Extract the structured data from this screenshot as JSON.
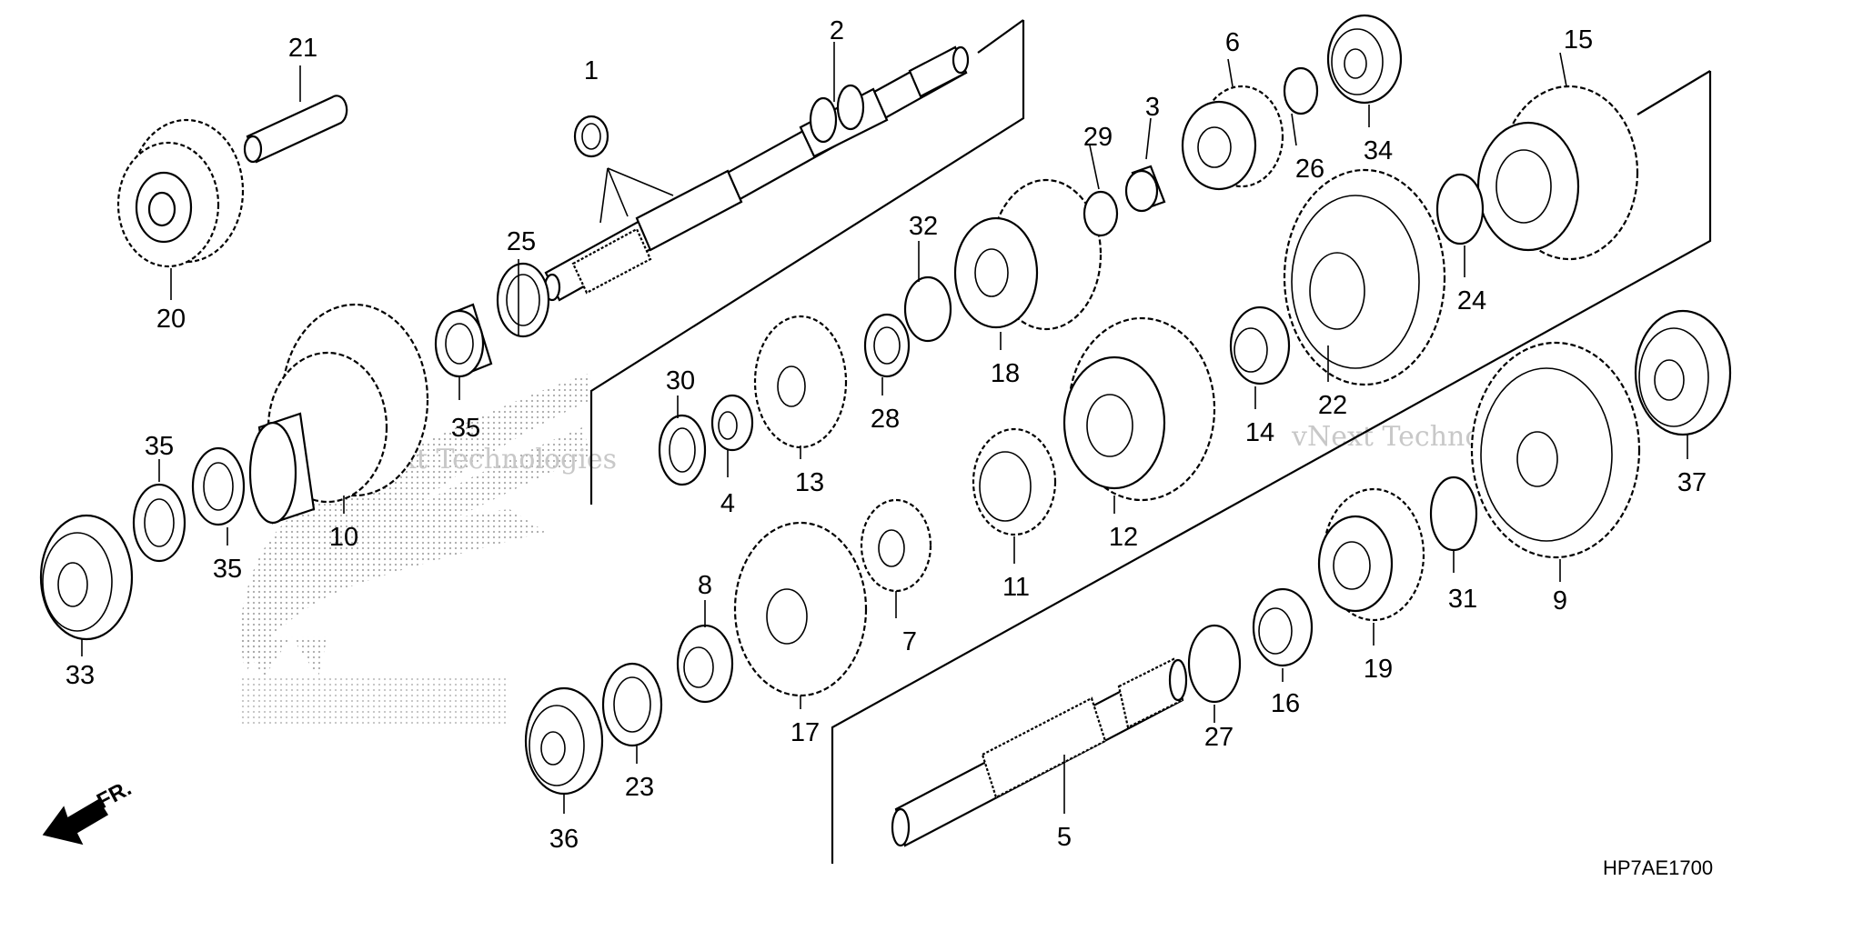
{
  "diagram": {
    "code": "HP7AE1700",
    "direction_label": "FR.",
    "watermark": "vNext Technologies",
    "labels": [
      {
        "id": "1",
        "text": "1"
      },
      {
        "id": "2",
        "text": "2"
      },
      {
        "id": "3",
        "text": "3"
      },
      {
        "id": "4",
        "text": "4"
      },
      {
        "id": "5",
        "text": "5"
      },
      {
        "id": "6",
        "text": "6"
      },
      {
        "id": "7",
        "text": "7"
      },
      {
        "id": "8",
        "text": "8"
      },
      {
        "id": "9",
        "text": "9"
      },
      {
        "id": "10",
        "text": "10"
      },
      {
        "id": "11",
        "text": "11"
      },
      {
        "id": "12",
        "text": "12"
      },
      {
        "id": "13",
        "text": "13"
      },
      {
        "id": "14",
        "text": "14"
      },
      {
        "id": "15",
        "text": "15"
      },
      {
        "id": "16",
        "text": "16"
      },
      {
        "id": "17",
        "text": "17"
      },
      {
        "id": "18",
        "text": "18"
      },
      {
        "id": "19",
        "text": "19"
      },
      {
        "id": "20",
        "text": "20"
      },
      {
        "id": "21",
        "text": "21"
      },
      {
        "id": "22",
        "text": "22"
      },
      {
        "id": "23",
        "text": "23"
      },
      {
        "id": "24",
        "text": "24"
      },
      {
        "id": "25",
        "text": "25"
      },
      {
        "id": "26",
        "text": "26"
      },
      {
        "id": "27",
        "text": "27"
      },
      {
        "id": "28",
        "text": "28"
      },
      {
        "id": "29",
        "text": "29"
      },
      {
        "id": "30",
        "text": "30"
      },
      {
        "id": "31",
        "text": "31"
      },
      {
        "id": "32",
        "text": "32"
      },
      {
        "id": "33",
        "text": "33"
      },
      {
        "id": "34",
        "text": "34"
      },
      {
        "id": "35a",
        "text": "35"
      },
      {
        "id": "35b",
        "text": "35"
      },
      {
        "id": "35c",
        "text": "35"
      },
      {
        "id": "36",
        "text": "36"
      },
      {
        "id": "37",
        "text": "37"
      }
    ]
  }
}
